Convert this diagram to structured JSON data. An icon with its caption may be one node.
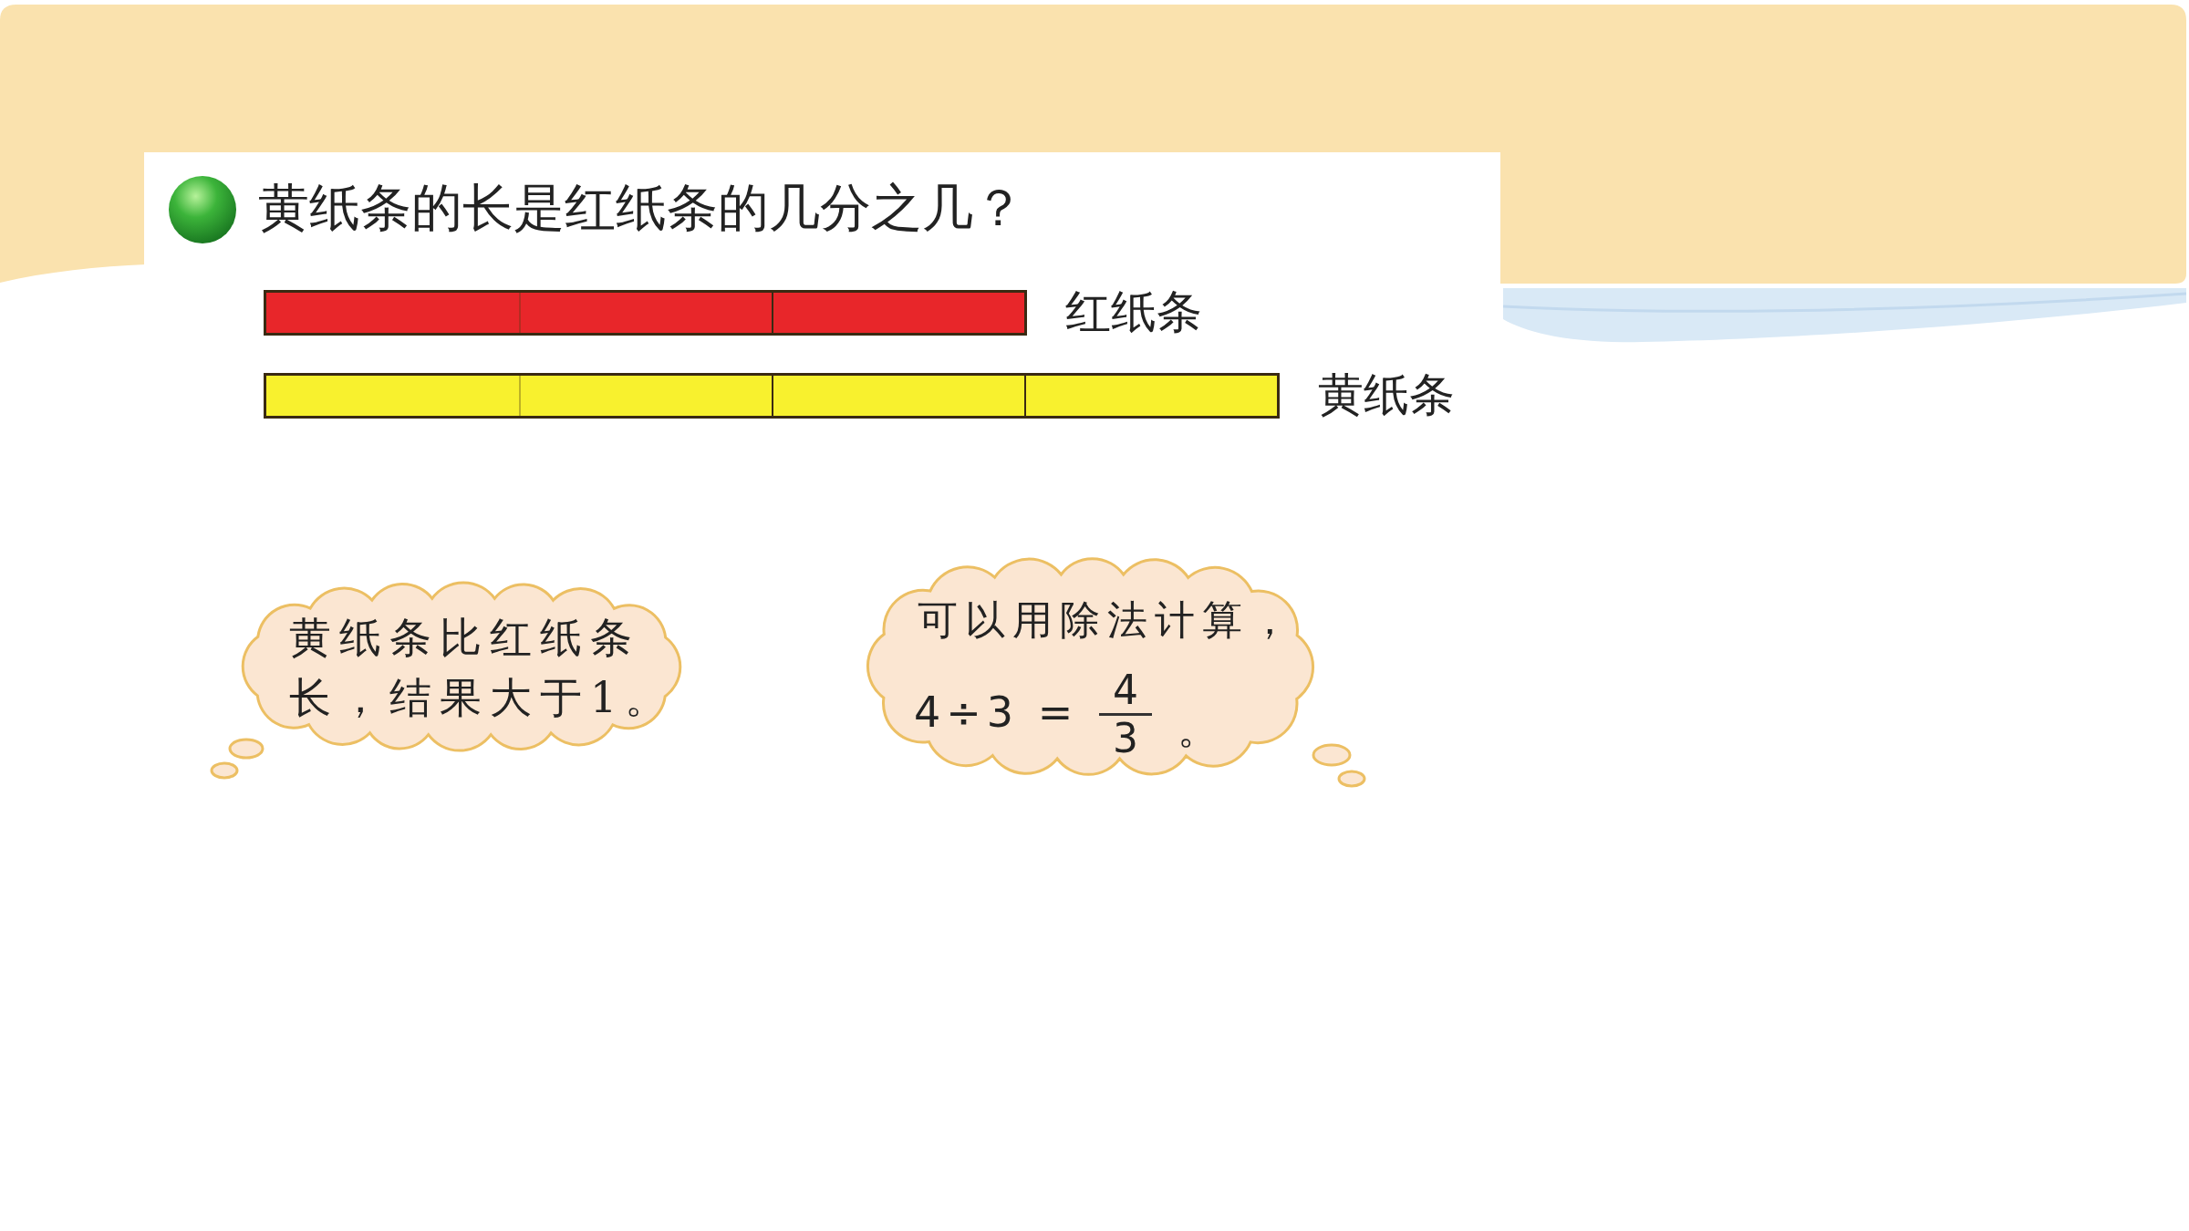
{
  "diagram": {
    "nodes": [
      {
        "text": [
          "黄纸条的长是红纸条的几分之几？"
        ]
      },
      {
        "text": [],
        "shape": "bar",
        "beside": [
          "红纸条"
        ],
        "in": 0
      },
      {
        "text": [],
        "shape": "box",
        "in": 1
      },
      {
        "text": [],
        "shape": "box",
        "in": 1
      },
      {
        "text": [],
        "shape": "box",
        "in": 1
      },
      {
        "text": [],
        "shape": "bar",
        "beside": [
          "黄纸条"
        ],
        "in": 0
      },
      {
        "text": [],
        "shape": "box",
        "in": 5
      },
      {
        "text": [],
        "shape": "box",
        "in": 5
      },
      {
        "text": [],
        "shape": "box",
        "in": 5
      },
      {
        "text": [],
        "shape": "box",
        "in": 5
      },
      {
        "text": [
          "黄纸条比红纸条长，结果大于1。"
        ]
      },
      {
        "text": [
          "可以用除法计算，",
          "4÷3 =",
          "4",
          "3",
          "。"
        ]
      }
    ]
  }
}
